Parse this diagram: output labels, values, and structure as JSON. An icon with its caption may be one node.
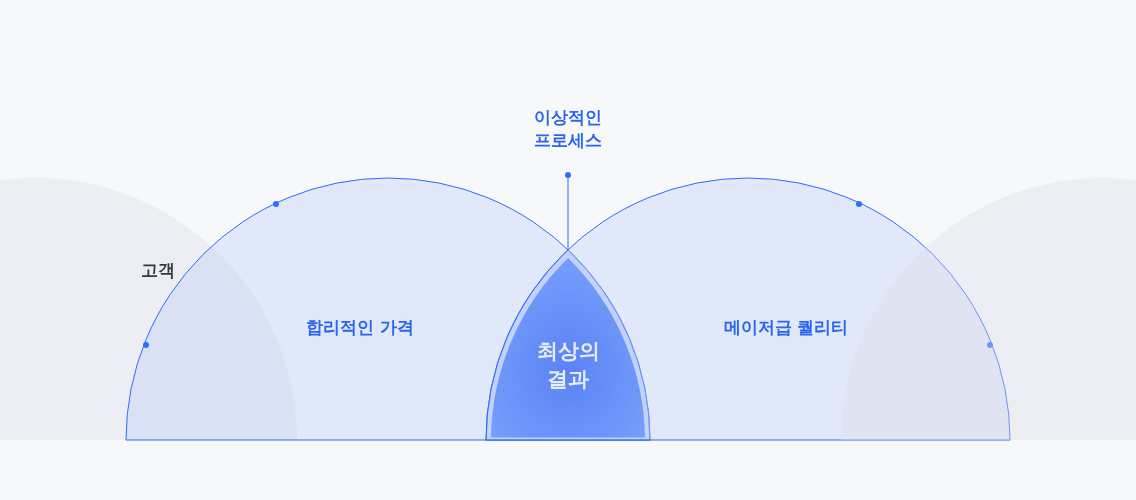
{
  "diagram": {
    "nodes": [
      {
        "text": [
          "고객"
        ]
      },
      {
        "text": [
          "합리적인 가격"
        ]
      },
      {
        "text": [
          "최상의 결과"
        ]
      },
      {
        "text": [
          "메이저급 퀄리티"
        ]
      },
      {
        "text": [],
        "shape": "circle"
      },
      {
        "text": [
          "이상적인 프로세스"
        ]
      }
    ],
    "edges": [
      {
        "from": 5,
        "to": 2,
        "arrow": "other"
      }
    ]
  }
}
